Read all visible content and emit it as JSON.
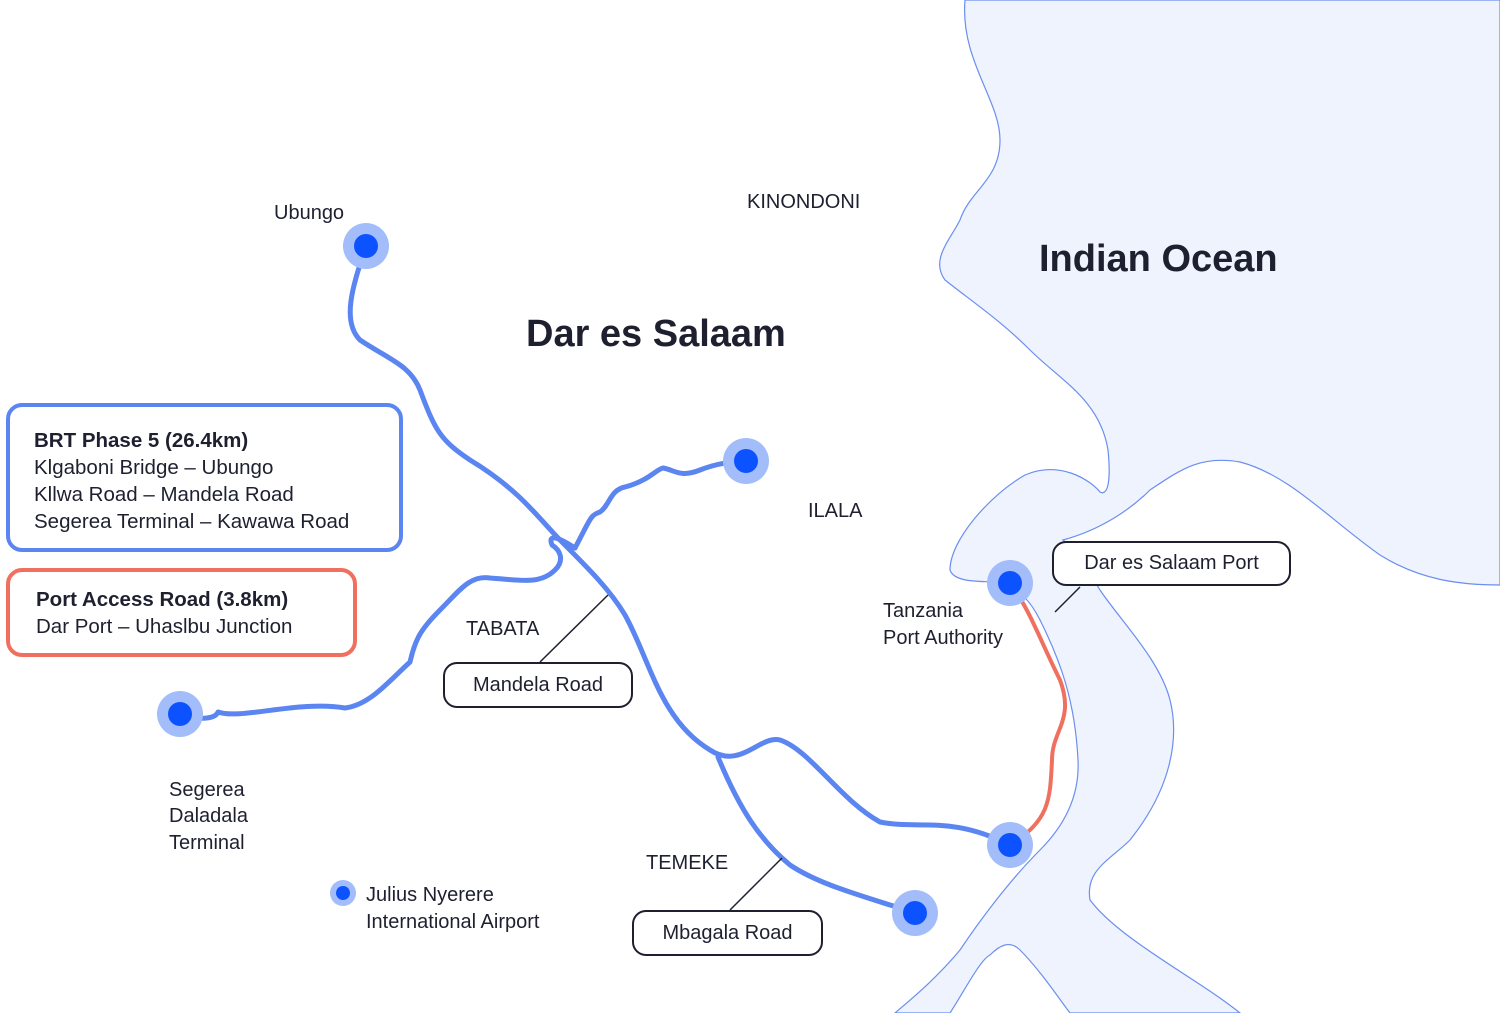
{
  "map": {
    "city_title": "Dar es Salaam",
    "water_title": "Indian Ocean",
    "districts": {
      "kinondoni": "KINONDONI",
      "ilala": "ILALA",
      "tabata": "TABATA",
      "temeke": "TEMEKE"
    },
    "places": {
      "ubungo": "Ubungo",
      "tpa_line1": "Tanzania",
      "tpa_line2": "Port Authority",
      "segerea_line1": "Segerea",
      "segerea_line2": "Daladala",
      "segerea_line3": "Terminal",
      "airport_line1": "Julius Nyerere",
      "airport_line2": "International Airport"
    },
    "callouts": {
      "mandela": "Mandela Road",
      "port": "Dar es Salaam Port",
      "mbagala": "Mbagala Road"
    }
  },
  "legend": {
    "brt": {
      "title": "BRT Phase 5 (26.4km)",
      "lines": [
        "Klgaboni Bridge – Ubungo",
        "Kllwa Road – Mandela Road",
        "Segerea Terminal – Kawawa Road"
      ]
    },
    "port": {
      "title": "Port Access Road (3.8km)",
      "lines": [
        "Dar Port – Uhaslbu Junction"
      ]
    }
  },
  "colors": {
    "brt_route": "#5b85f0",
    "port_route": "#f07060",
    "stop": "#0d52ff",
    "stop_halo": "#a3bdfa",
    "water": "#eef3fe",
    "shore": "#6b8ef0"
  }
}
